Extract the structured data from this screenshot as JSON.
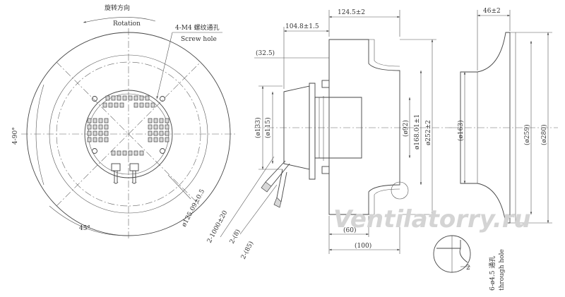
{
  "labels": {
    "rotation_cn": "旋转方向",
    "rotation_en": "Rotation",
    "screw_cn": "4-M4 螺纹通孔",
    "screw_en": "Screw hole",
    "angle_90": "4-90°",
    "angle_45": "45°",
    "dia_125": "ø125.09±0.5",
    "cable_1": "2-1000±20",
    "cable_2": "2-(8)",
    "cable_3": "2-(85)",
    "d_1245": "124.5±2",
    "d_1048": "104.8±1.5",
    "d_325": "(32.5)",
    "d_133": "(ø133)",
    "d_115": "(ø115)",
    "d_92": "(ø92)",
    "d_168": "ø168.01±1",
    "d_252": "ø252±2",
    "d_60": "(60)",
    "d_100": "(100)",
    "d_46": "46±2",
    "d_163": "(ø163)",
    "d_259": "(ø259)",
    "d_280": "(ø280)",
    "d_2": "2",
    "hole_cn": "6-ø4.5 通孔",
    "hole_en": "through hole"
  },
  "watermark": "Ventilatorry.ru",
  "colors": {
    "line": "#444444",
    "text": "#333333",
    "watermark": "#d4d4d4"
  }
}
